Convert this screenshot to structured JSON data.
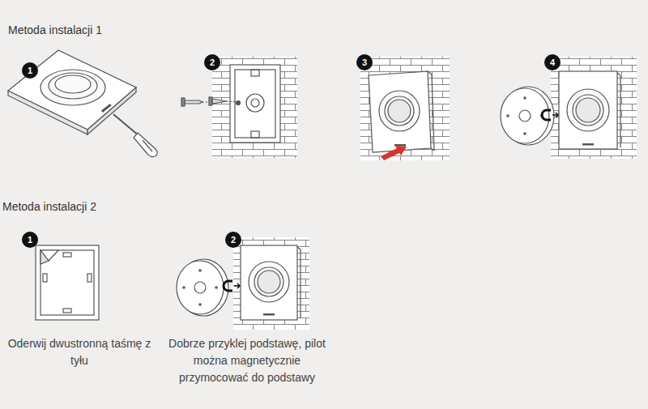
{
  "diagram": {
    "labels": [
      "Metoda instalacji 1",
      "1",
      "2",
      "3",
      "4",
      "Metoda instalacji 2",
      "1",
      "2",
      "Oderwij dwustronną taśmę z tyłu",
      "Dobrze przyklej podstawę, pilot można magnetycznie przymocować do podstawy"
    ]
  }
}
